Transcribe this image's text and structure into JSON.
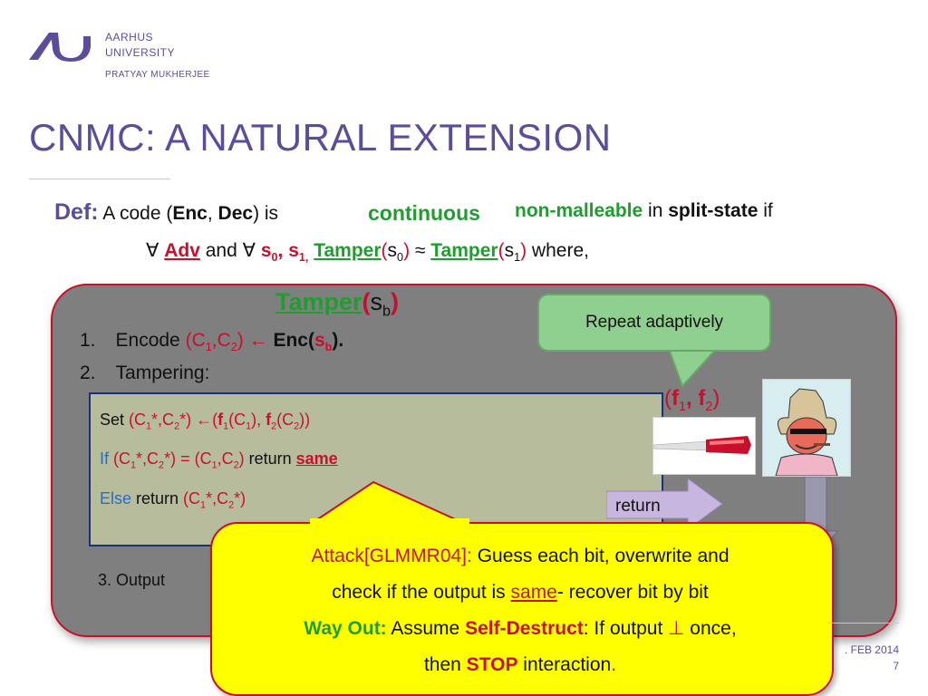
{
  "header": {
    "uni_line1": "AARHUS",
    "uni_line2": "UNIVERSITY",
    "author": "PRATYAY MUKHERJEE"
  },
  "slide": {
    "title": "CNMC: A NATURAL EXTENSION"
  },
  "definition": {
    "def_label": "Def:",
    "t_code": " A code (",
    "enc": "Enc",
    "comma": ", ",
    "dec": "Dec",
    "t_is": ") is",
    "continuous": "continuous",
    "non_malleable": "non-malleable",
    "t_in": " in ",
    "split_state": "split-state",
    "t_if": " if",
    "forall1": "∀ ",
    "adv": "Adv",
    "t_and": " and ",
    "forall2": "∀ ",
    "s0": "s",
    "s0_sub": "0",
    "s_comma": ", ",
    "s1": "s",
    "s1_sub": "1,",
    "tamper": "Tamper",
    "paren_open": "(",
    "s_plain": "s",
    "sub0": "0",
    "paren_close": ")",
    "approx": " ≈ ",
    "tamper2": "Tamper",
    "paren_open2": "(",
    "s_plain2": "s",
    "sub1": "1",
    "paren_close2": ")",
    "t_where": " where,"
  },
  "panel": {
    "heading_tamper": "Tamper",
    "heading_open": "(",
    "heading_s": "s",
    "heading_sub": "b",
    "heading_close": ")",
    "step1_num": "1.",
    "step1_text": "Encode ",
    "step1_c": "(C",
    "step1_c1": "1",
    "step1_mid": ",C",
    "step1_c2": "2",
    "step1_close": ") ←",
    "step1_enc": " Enc(",
    "step1_s": "s",
    "step1_sb": "b",
    "step1_end": ").",
    "step2_num": "2.",
    "step2_text": "Tampering:",
    "bubble": "Repeat adaptively",
    "f_open": "(",
    "f1": "f",
    "f1_sub": "1",
    "f_comma": ", f",
    "f2_sub": "2",
    "f_close": ")",
    "return_label": "return",
    "step3": "3. Output"
  },
  "inner": {
    "set": "Set ",
    "set_c": "(C",
    "set_c1": "1",
    "set_star": "*,C",
    "set_c2": "2",
    "set_star2": "*) ←(",
    "set_f1": "f",
    "set_f1s": "1",
    "set_arg1": "(C",
    "set_arg1s": "1",
    "set_mid": "), ",
    "set_f2": "f",
    "set_f2s": "2",
    "set_arg2": "(C",
    "set_arg2s": "2",
    "set_end": "))",
    "if_kw": "If",
    "if_c": " (C",
    "if_c1": "1",
    "if_star": "*,C",
    "if_c2": "2",
    "if_eq": "*)  = (C",
    "if_e1": "1",
    "if_e_mid": ",C",
    "if_e2": "2",
    "if_close": ")",
    "if_ret": " return ",
    "same": "same ",
    "else_kw": "Else",
    "else_ret": " return ",
    "else_c": "(C",
    "else_c1": "1",
    "else_star": "*,C",
    "else_c2": "2",
    "else_end": "*)"
  },
  "callout": {
    "attack_label": "Attack[GLMMR04]:",
    "attack_text": " Guess each bit, overwrite and",
    "line2_a": "check if the output is ",
    "same": "same",
    "line2_b": "- recover bit by bit",
    "wayout_label": "Way Out:",
    "wayout_a": " Assume  ",
    "selfdestruct": "Self-Destruct",
    "wayout_b": ": If output ",
    "bottom": "⊥",
    "wayout_c": " once,",
    "line4_a": "then ",
    "stop": "STOP",
    "line4_b": " interaction",
    "dot": "."
  },
  "footer": {
    "date": ". FEB 2014",
    "page": "7"
  },
  "colors": {
    "brand": "#5a4e9c",
    "accent_red": "#c8102e",
    "accent_green": "#1f9e2f",
    "panel_gray": "#7f7f7f",
    "callout_yellow": "#ffff00"
  },
  "icons": [
    "aarhus-university-logo",
    "tampering-tool-image",
    "cowboy-adversary-image"
  ]
}
